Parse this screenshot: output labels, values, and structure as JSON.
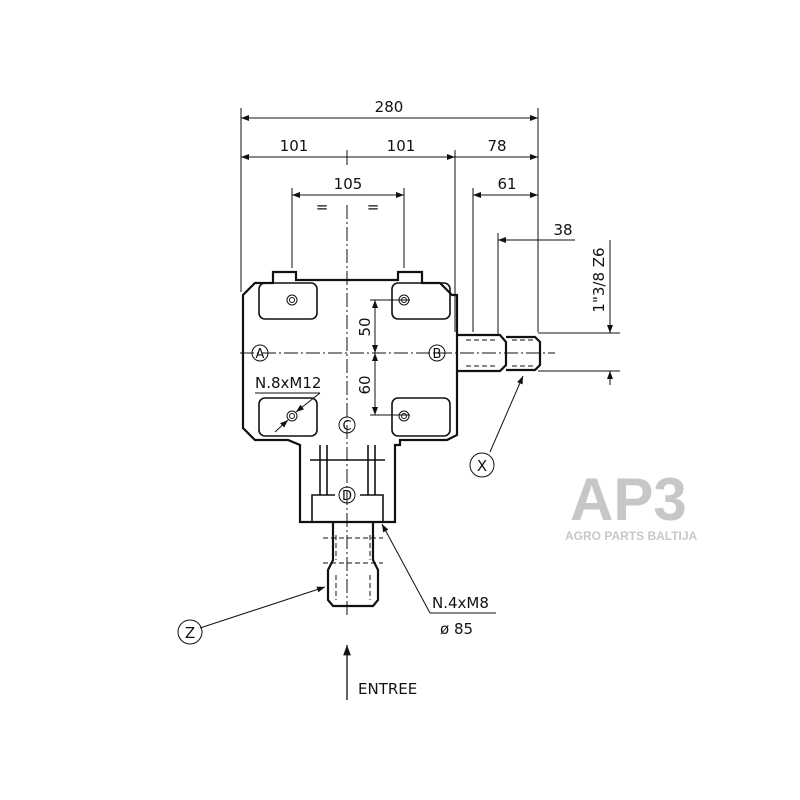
{
  "dimensions": {
    "overall_width": "280",
    "left_half": "101",
    "right_half": "101",
    "shaft_projection": "78",
    "bolt_spacing": "105",
    "bolt_spacing_marks": [
      "=",
      "="
    ],
    "shaft_length": "61",
    "spline_length": "38",
    "upper_offset": "50",
    "lower_offset": "60",
    "shaft_spec": "1\"3/8  Z6"
  },
  "callouts": {
    "side_holes": "N.8xM12",
    "flange_holes": "N.4xM8",
    "flange_diameter": "ø 85",
    "input_label": "ENTREE"
  },
  "markers": [
    "A",
    "B",
    "C",
    "D",
    "X",
    "Z"
  ],
  "watermark": {
    "logo": "AP3",
    "text": "AGRO PARTS BALTIJA"
  },
  "colors": {
    "line": "#111111",
    "watermark": "#9a9a9a"
  }
}
